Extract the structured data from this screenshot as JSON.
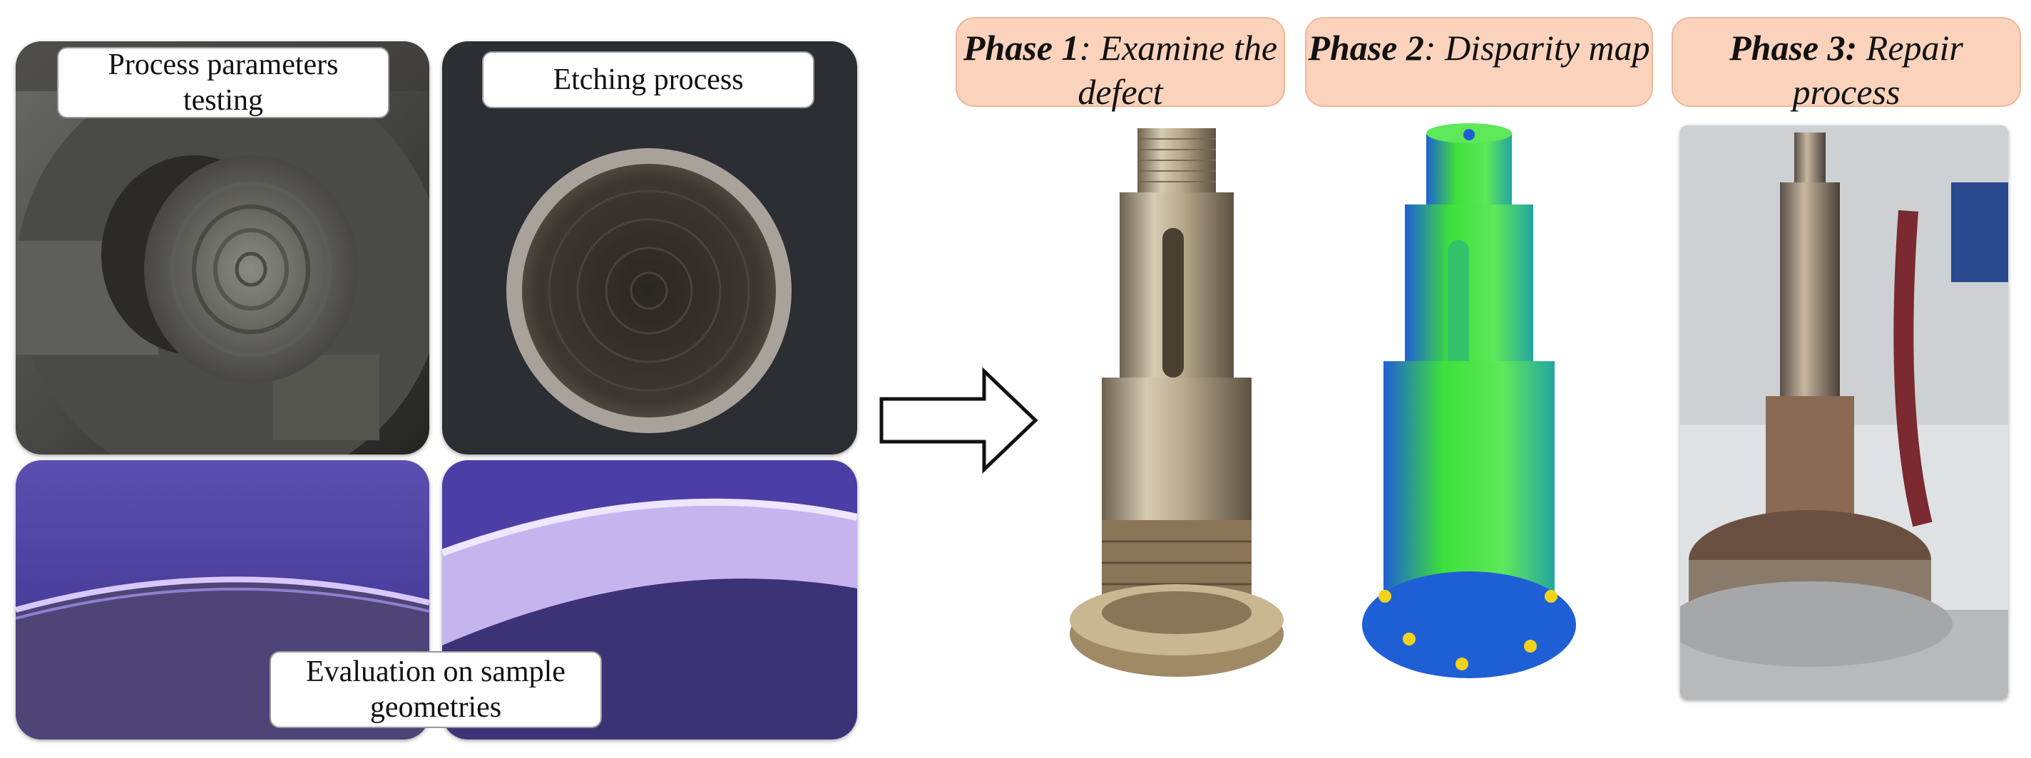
{
  "left_panels": {
    "process_label": "Process parameters testing",
    "etching_label": "Etching process",
    "evaluation_label": "Evaluation on sample geometries"
  },
  "phases": [
    {
      "bold": "Phase 1",
      "rest": ": Examine the defect"
    },
    {
      "bold": "Phase 2",
      "rest": ": Disparity map"
    },
    {
      "bold": "Phase 3:",
      "rest": " Repair process"
    }
  ],
  "colors": {
    "phase_fill": "#fbd3bd",
    "disparity_green": "#3ee03a",
    "disparity_blue": "#1f5fd6"
  }
}
